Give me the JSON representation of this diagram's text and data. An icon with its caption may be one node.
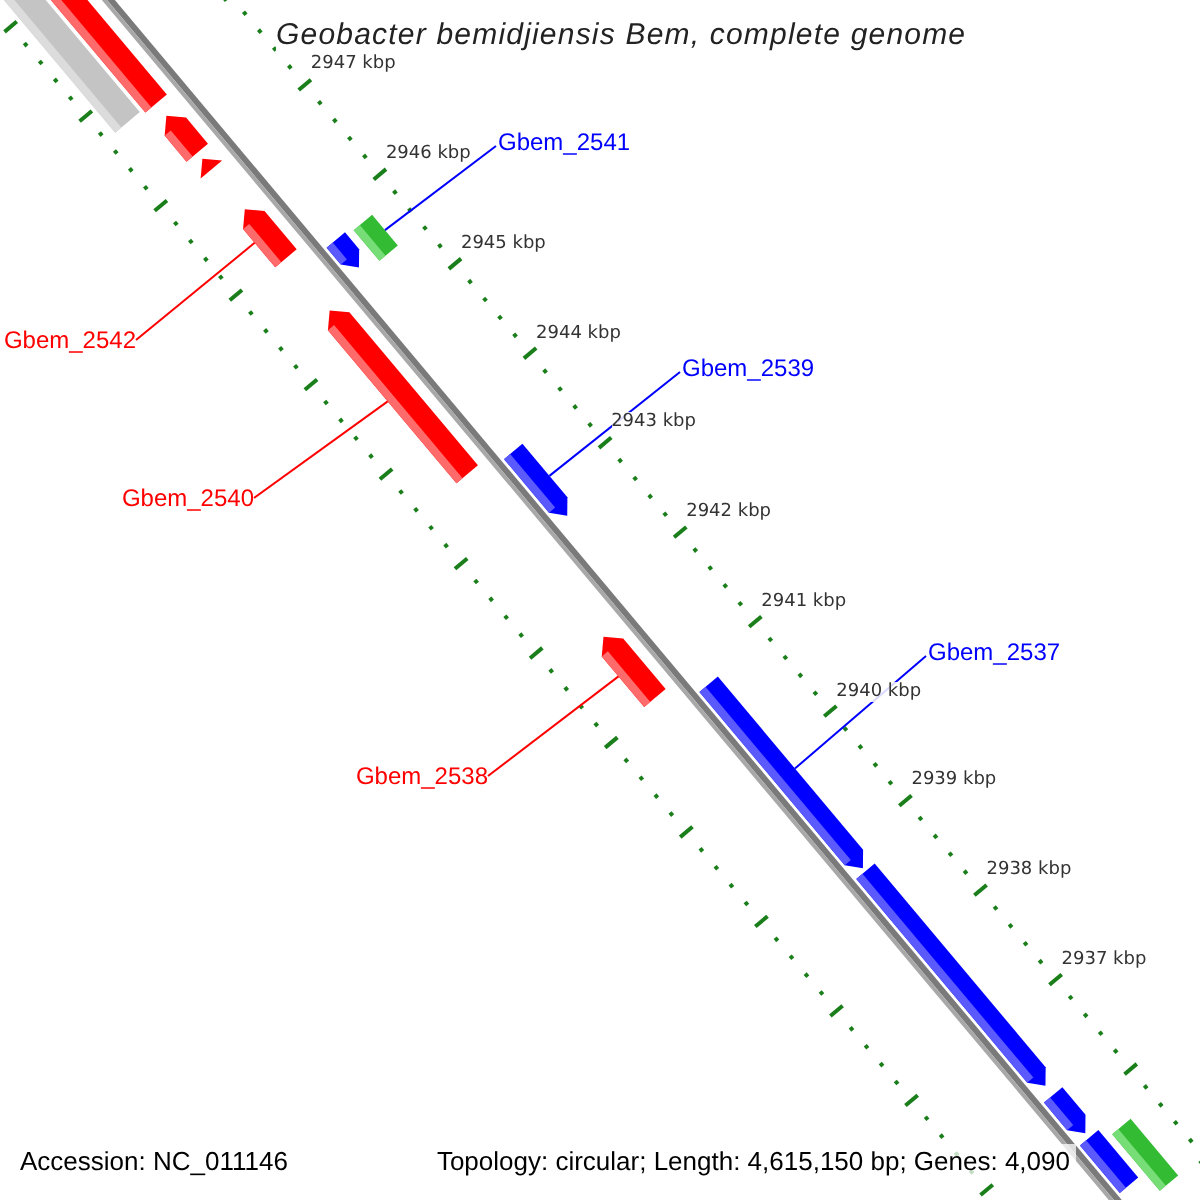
{
  "diagram": {
    "title": "Geobacter bemidjiensis Bem, complete genome",
    "nodes": [
      {
        "text": [
          "Gbem_2541"
        ]
      },
      {
        "text": [
          "Gbem_2539"
        ]
      },
      {
        "text": [
          "Gbem_2537"
        ]
      },
      {
        "text": [
          "Gbem_2542"
        ]
      },
      {
        "text": [
          "Gbem_2540"
        ]
      },
      {
        "text": [
          "Gbem_2538"
        ]
      },
      {
        "text": [],
        "shape": "bar"
      },
      {
        "text": [],
        "shape": "pentagon"
      },
      {
        "text": [],
        "shape": "pentagon"
      },
      {
        "text": [],
        "shape": "pentagon"
      },
      {
        "text": [],
        "shape": "pentagon"
      },
      {
        "text": [],
        "shape": "pentagon"
      },
      {
        "text": [],
        "shape": "bar"
      },
      {
        "text": [],
        "shape": "pentagon"
      },
      {
        "text": [],
        "shape": "pentagon"
      },
      {
        "text": [],
        "shape": "pentagon"
      },
      {
        "text": [],
        "shape": "pentagon"
      },
      {
        "text": [],
        "shape": "pentagon"
      },
      {
        "text": [],
        "shape": "pentagon"
      },
      {
        "text": [],
        "shape": "pentagon"
      },
      {
        "text": [],
        "shape": "bar"
      }
    ],
    "edges": [
      {
        "from": 0,
        "to": 12,
        "arrow": "none",
        "color": "#0000ff"
      },
      {
        "from": 1,
        "to": 14,
        "arrow": "none",
        "color": "#0000ff"
      },
      {
        "from": 2,
        "to": 16,
        "arrow": "none",
        "color": "#0000ff"
      },
      {
        "from": 3,
        "to": 10,
        "arrow": "none",
        "color": "#ff0000"
      },
      {
        "from": 4,
        "to": 13,
        "arrow": "none",
        "color": "#ff0000"
      },
      {
        "from": 5,
        "to": 15,
        "arrow": "none",
        "color": "#ff0000"
      }
    ],
    "labels": [
      "2947 kbp",
      "2946 kbp",
      "2945 kbp",
      "2944 kbp",
      "2943 kbp",
      "2942 kbp",
      "2941 kbp",
      "2940 kbp",
      "2939 kbp",
      "2938 kbp",
      "2937 kbp",
      "Accession: NC_011146",
      "Topology: circular; Length: 4,615,150 bp; Genes: 4,090"
    ]
  }
}
